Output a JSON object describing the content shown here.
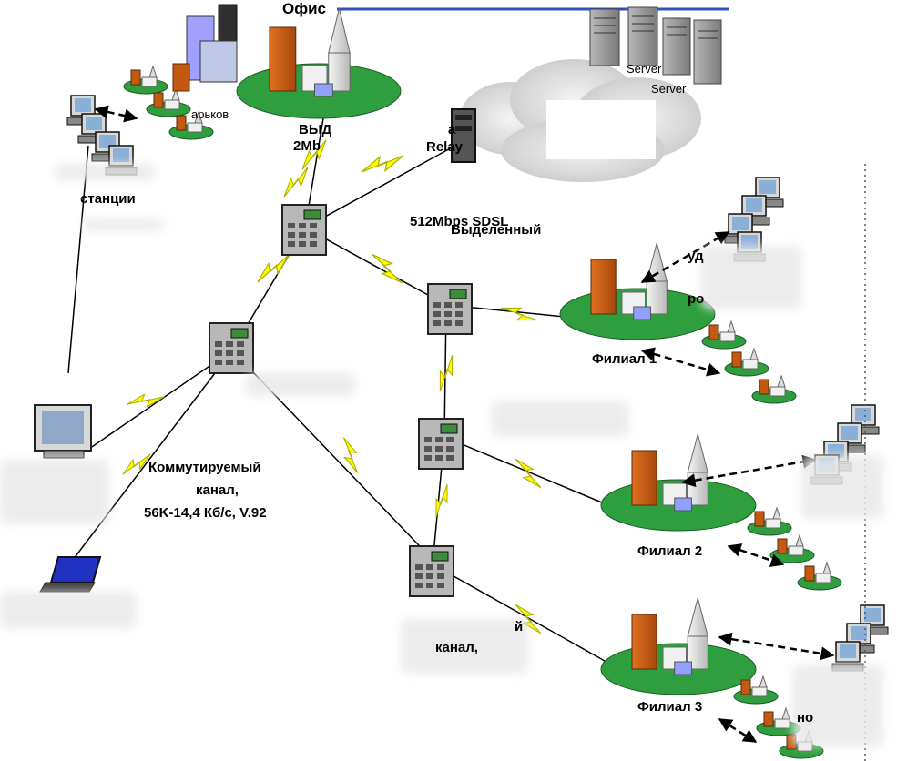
{
  "labels": {
    "office": "Офис",
    "kharkov": "арьков",
    "vpd": "ВЫД",
    "speed_2mb": "2Мb",
    "frame_relay_a": "а",
    "frame_relay": "Relay",
    "stations": "станции",
    "sdsl": "512Mbps SDSL",
    "dedicated": "Выделенный",
    "branch1": "Филиал 1",
    "branch2": "Филиал 2",
    "branch3": "Филиал 3",
    "dialup_1": "Коммутируемый",
    "dialup_2": "канал,",
    "dialup_3": "56K-14,4 Кб/с, V.92",
    "channel": "канал,",
    "channel_y": "й",
    "server_1": "Server",
    "server_2": "Server",
    "yd": "уд",
    "ro": "ро",
    "no": "но"
  },
  "colors": {
    "bolt": "#ffff00",
    "bolt_stroke": "#b0b000",
    "link": "#000000",
    "campus": "#2e9e3e",
    "tower": "#c45a10",
    "server": "#8c8c8c"
  }
}
